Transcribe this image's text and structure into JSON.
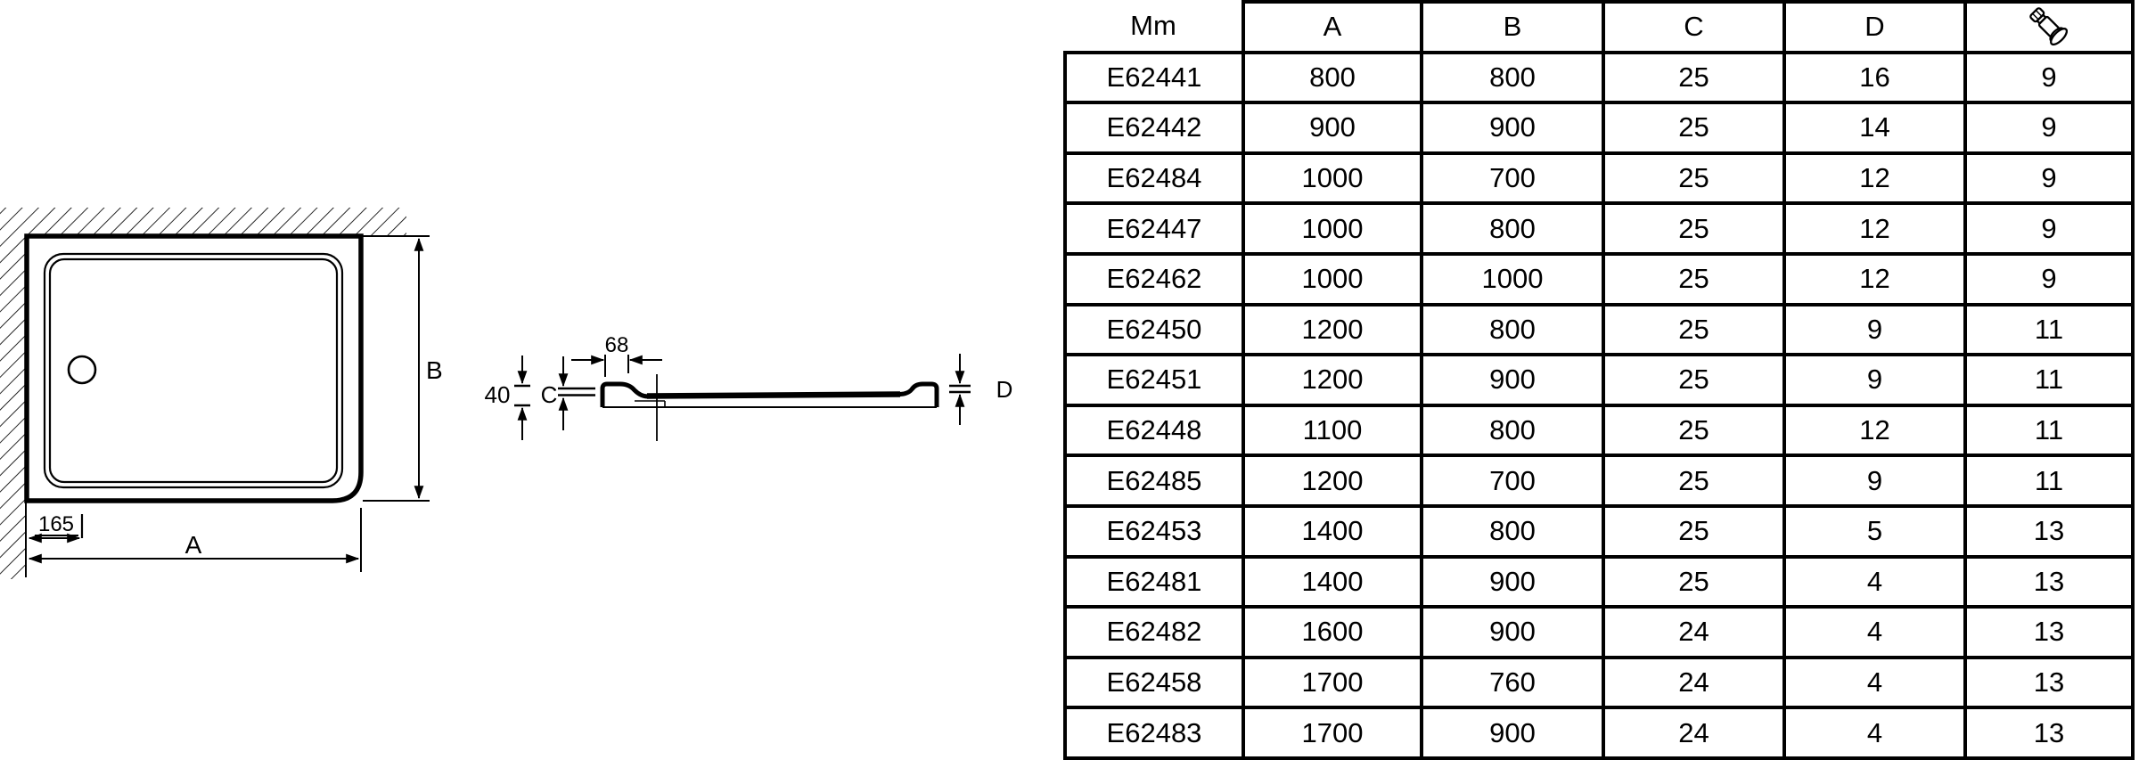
{
  "drawing": {
    "plan": {
      "width_label": "A",
      "depth_label": "B",
      "drain_offset_label": "165"
    },
    "profile": {
      "rim_width_label": "68",
      "height_label": "40",
      "edge_thickness_label": "C",
      "rim_step_label": "D"
    }
  },
  "table": {
    "columns": {
      "ref": "Mm",
      "a": "A",
      "b": "B",
      "c": "C",
      "d": "D"
    },
    "header_icon": "adjustable-foot-icon",
    "rows": [
      {
        "code": "E62441",
        "a": "800",
        "b": "800",
        "c": "25",
        "d": "16",
        "feet": "9"
      },
      {
        "code": "E62442",
        "a": "900",
        "b": "900",
        "c": "25",
        "d": "14",
        "feet": "9"
      },
      {
        "code": "E62484",
        "a": "1000",
        "b": "700",
        "c": "25",
        "d": "12",
        "feet": "9"
      },
      {
        "code": "E62447",
        "a": "1000",
        "b": "800",
        "c": "25",
        "d": "12",
        "feet": "9"
      },
      {
        "code": "E62462",
        "a": "1000",
        "b": "1000",
        "c": "25",
        "d": "12",
        "feet": "9"
      },
      {
        "code": "E62450",
        "a": "1200",
        "b": "800",
        "c": "25",
        "d": "9",
        "feet": "11"
      },
      {
        "code": "E62451",
        "a": "1200",
        "b": "900",
        "c": "25",
        "d": "9",
        "feet": "11"
      },
      {
        "code": "E62448",
        "a": "1100",
        "b": "800",
        "c": "25",
        "d": "12",
        "feet": "11"
      },
      {
        "code": "E62485",
        "a": "1200",
        "b": "700",
        "c": "25",
        "d": "9",
        "feet": "11"
      },
      {
        "code": "E62453",
        "a": "1400",
        "b": "800",
        "c": "25",
        "d": "5",
        "feet": "13"
      },
      {
        "code": "E62481",
        "a": "1400",
        "b": "900",
        "c": "25",
        "d": "4",
        "feet": "13"
      },
      {
        "code": "E62482",
        "a": "1600",
        "b": "900",
        "c": "24",
        "d": "4",
        "feet": "13"
      },
      {
        "code": "E62458",
        "a": "1700",
        "b": "760",
        "c": "24",
        "d": "4",
        "feet": "13"
      },
      {
        "code": "E62483",
        "a": "1700",
        "b": "900",
        "c": "24",
        "d": "4",
        "feet": "13"
      }
    ]
  },
  "colors": {
    "line": "#000000",
    "background": "#ffffff"
  }
}
